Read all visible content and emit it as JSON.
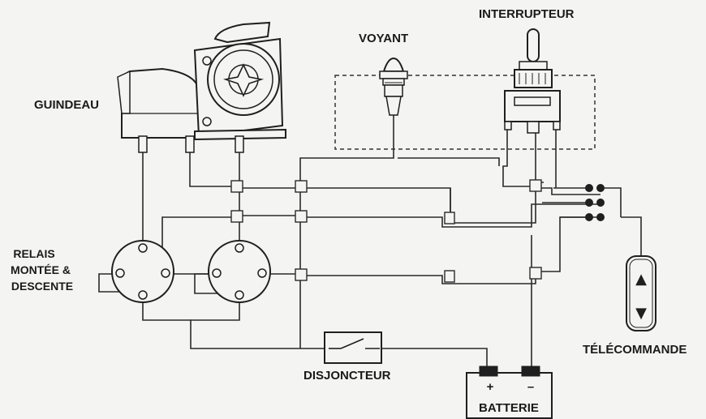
{
  "labels": {
    "guindeau": "GUINDEAU",
    "voyant": "VOYANT",
    "interrupteur": "INTERRUPTEUR",
    "relais_line1": "RELAIS",
    "relais_line2": "MONTÉE &",
    "relais_line3": "DESCENTE",
    "telecommande": "TÉLÉCOMMANDE",
    "disjoncteur": "DISJONCTEUR",
    "batterie": "BATTERIE",
    "plus": "+",
    "minus": "–"
  },
  "icons": {
    "arrow_up": "▲",
    "arrow_down": "▼"
  },
  "colors": {
    "ink": "#1f1f1f",
    "paper": "#f4f4f2"
  }
}
